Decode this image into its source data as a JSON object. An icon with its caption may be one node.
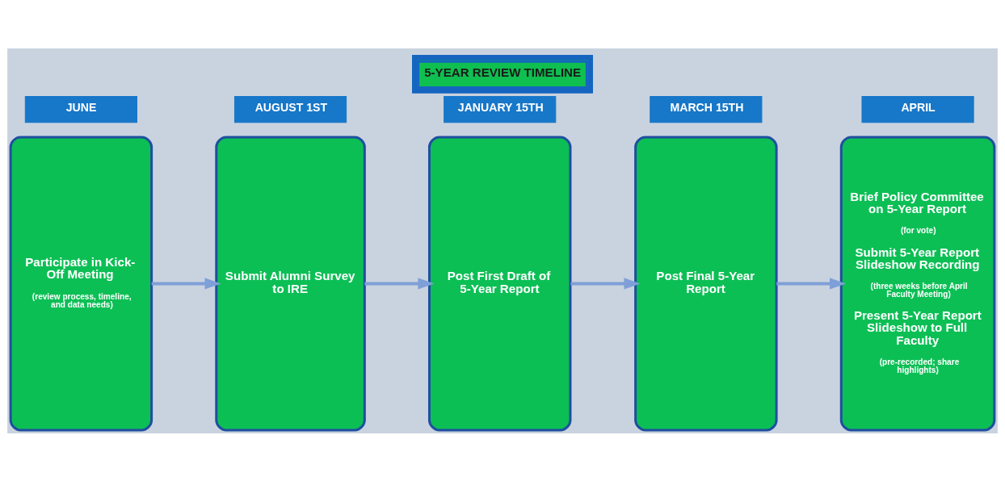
{
  "diagram": {
    "title": "5-YEAR REVIEW TIMELINE",
    "nodes": [
      {
        "text": [
          "JUNE"
        ]
      },
      {
        "text": [
          "AUGUST 1ST"
        ]
      },
      {
        "text": [
          "JANUARY 15TH"
        ]
      },
      {
        "text": [
          "MARCH 15TH"
        ]
      },
      {
        "text": [
          "APRIL"
        ]
      },
      {
        "text": [
          "Participate in Kick-Off Meeting",
          "(review process, timeline, and data needs)"
        ]
      },
      {
        "text": [
          "Submit Alumni Survey to IRE"
        ]
      },
      {
        "text": [
          "Post First Draft of 5-Year Report"
        ]
      },
      {
        "text": [
          "Post Final 5-Year Report"
        ]
      },
      {
        "text": [
          "Brief Policy Committee on 5-Year Report",
          "(for vote)",
          "Submit 5-Year Report Slideshow Recording",
          "(three weeks before April Faculty Meeting)",
          "Present 5-Year Report Slideshow to Full Faculty",
          "(pre-recorded; share highlights)"
        ]
      }
    ],
    "edges": [
      {
        "from": 5,
        "to": 6,
        "arrow": "to"
      },
      {
        "from": 6,
        "to": 7,
        "arrow": "to"
      },
      {
        "from": 7,
        "to": 8,
        "arrow": "to"
      },
      {
        "from": 8,
        "to": 9,
        "arrow": "to"
      }
    ]
  }
}
